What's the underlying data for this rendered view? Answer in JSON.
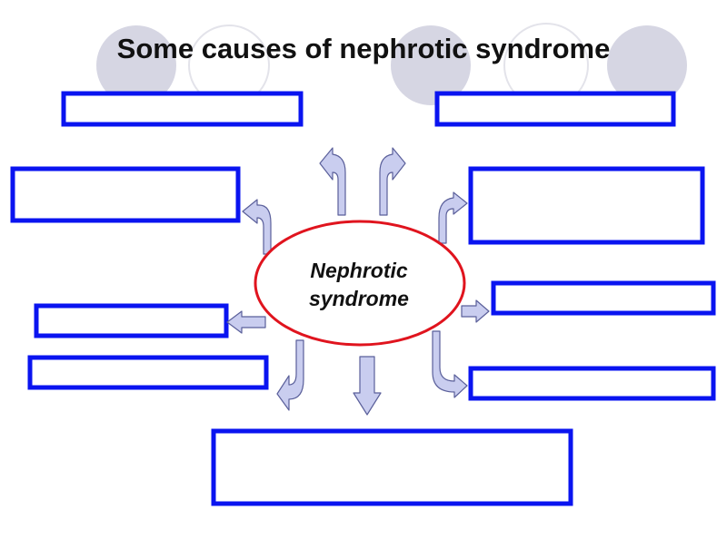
{
  "title": "Some causes of nephrotic syndrome",
  "center": {
    "line1": "Nephrotic",
    "line2": "syndrome"
  },
  "colors": {
    "box_border": "#0a14f0",
    "ellipse_border": "#e0141e",
    "arrow_fill": "#c9cdef",
    "arrow_stroke": "#5a5f9a",
    "bg_circle": "#d4d4e0"
  },
  "cause_boxes": [
    "",
    "",
    "",
    "",
    "",
    "",
    "",
    "",
    ""
  ]
}
